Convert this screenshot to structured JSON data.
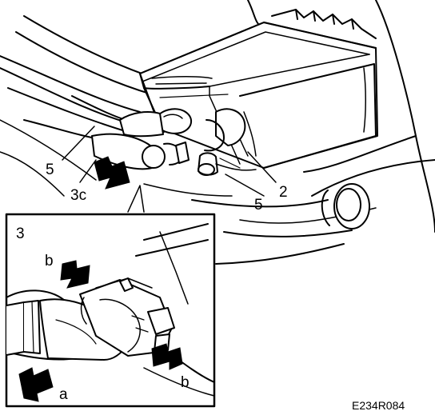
{
  "labels": {
    "five_a": "5",
    "three_c": "3c",
    "five_b": "5",
    "two": "2",
    "inset_three": "3",
    "b_top": "b",
    "b_bottom": "b",
    "a": "a"
  },
  "code": "E234R084",
  "colors": {
    "ink": "#000000",
    "paper": "#ffffff",
    "shade": "#e8e8e8"
  }
}
